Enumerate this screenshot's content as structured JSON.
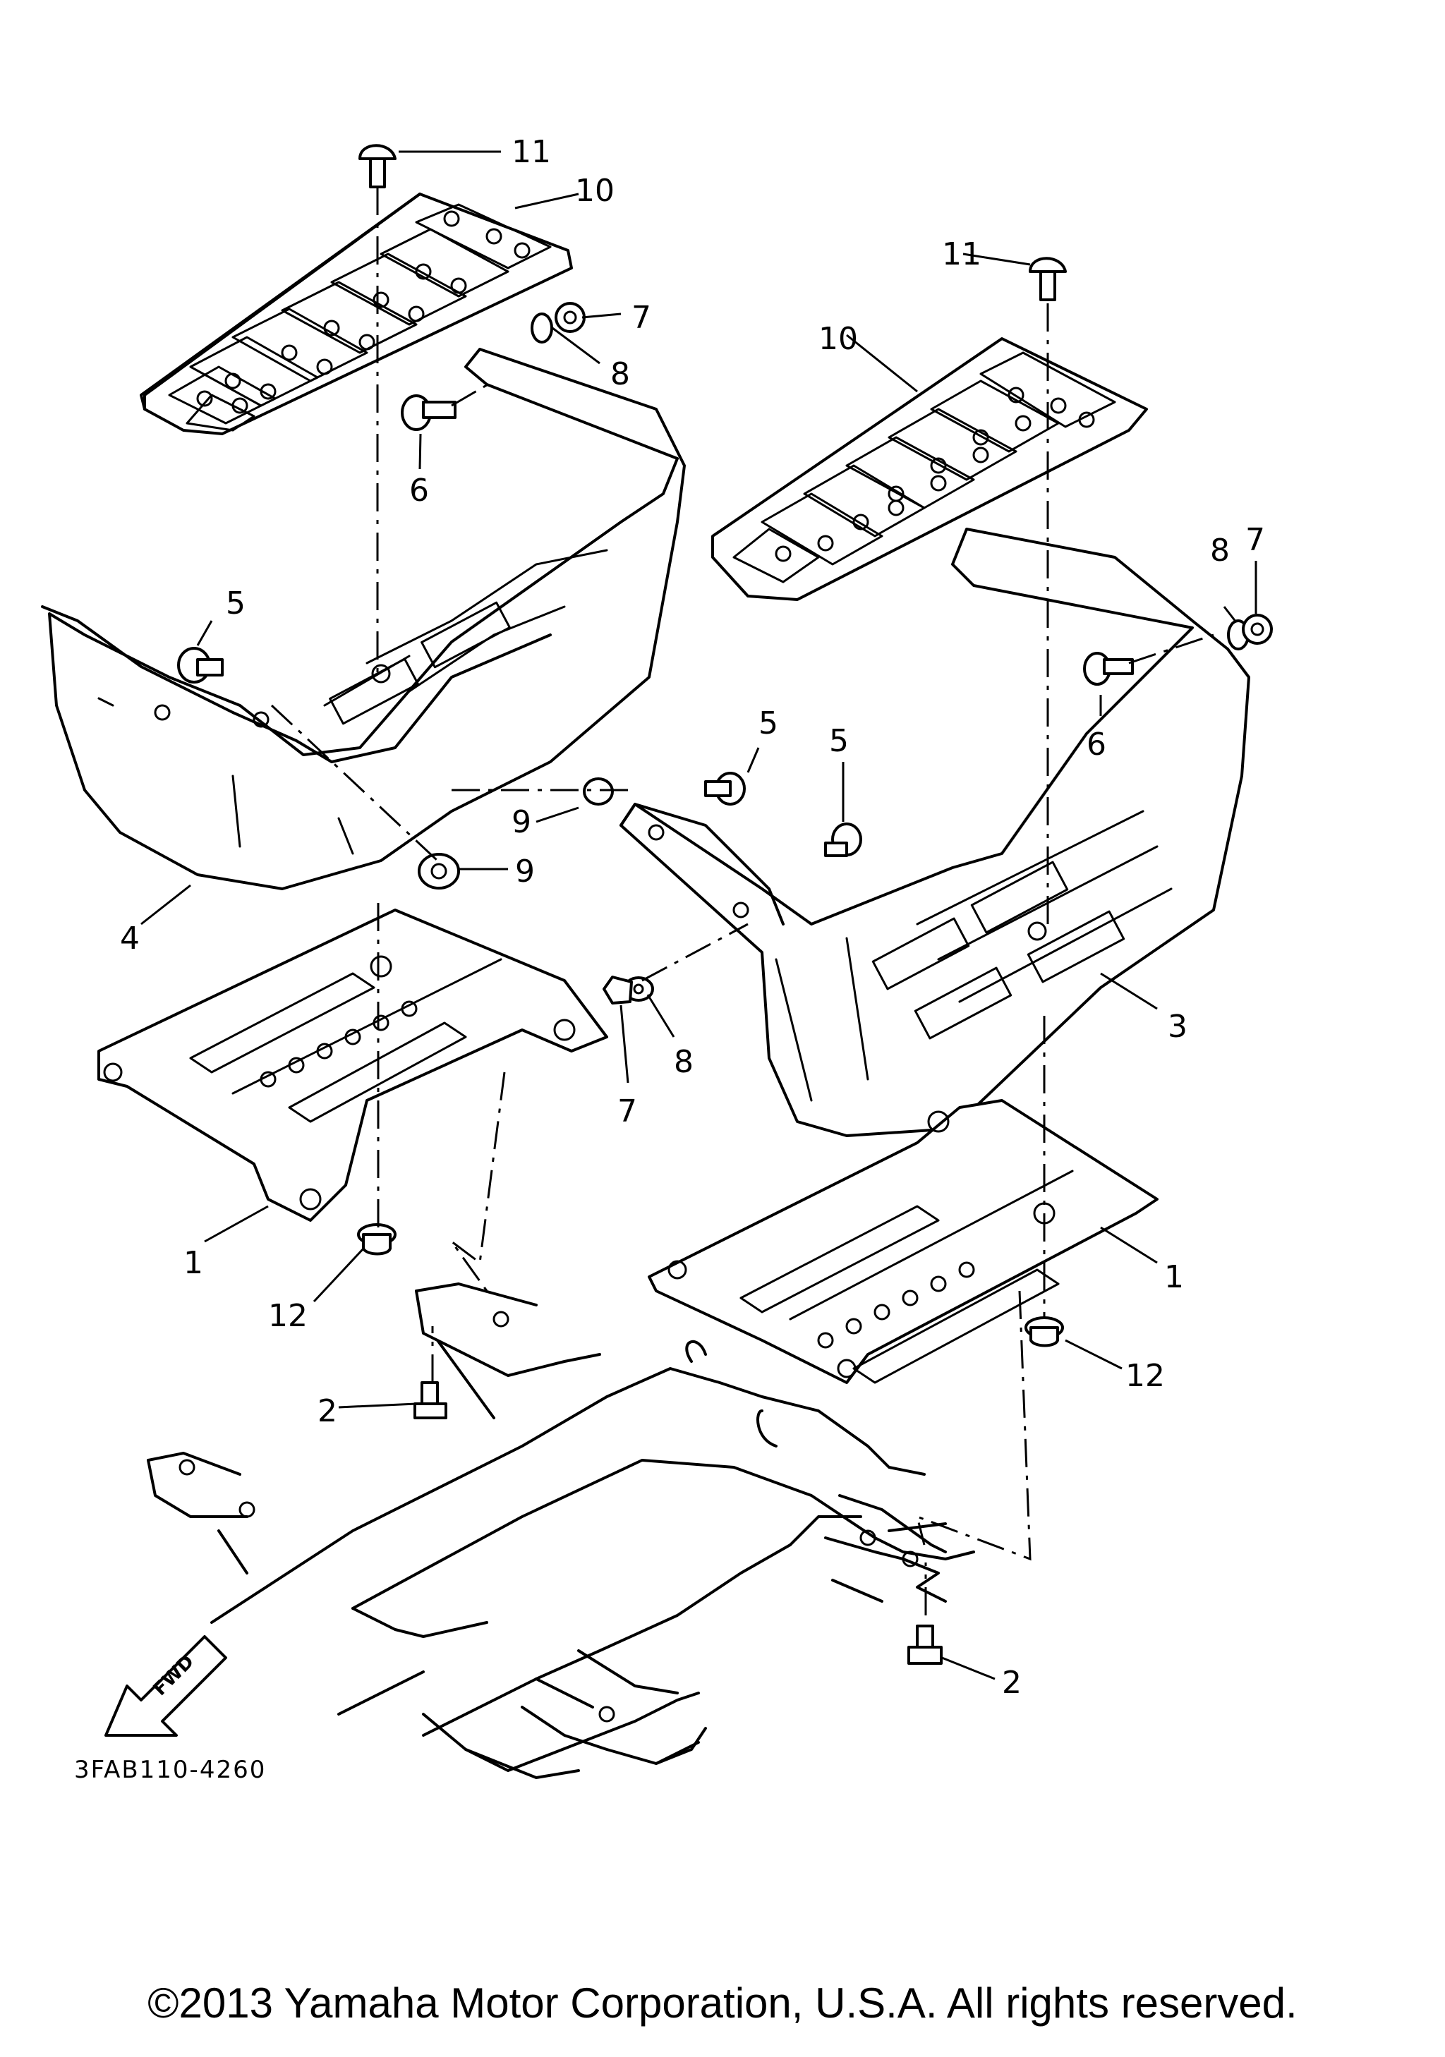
{
  "diagram": {
    "drawing_code": "3FAB110-4260",
    "copyright": "©2013 Yamaha Motor Corporation, U.S.A. All rights reserved.",
    "fwd_label": "FWD",
    "callouts": {
      "c11_left": "11",
      "c10_left": "10",
      "c7_top_left": "7",
      "c8_top_left": "8",
      "c6_left": "6",
      "c5_left": "5",
      "c4": "4",
      "c9_left": "9",
      "c1_left": "1",
      "c12_left": "12",
      "c2_left": "2",
      "c11_right": "11",
      "c10_right": "10",
      "c8_top_right": "8",
      "c7_top_right": "7",
      "c6_right": "6",
      "c5_mid_a": "5",
      "c5_mid_b": "5",
      "c9_mid": "9",
      "c3": "3",
      "c8_mid": "8",
      "c7_mid": "7",
      "c1_right": "1",
      "c12_right": "12",
      "c2_right": "2"
    }
  }
}
